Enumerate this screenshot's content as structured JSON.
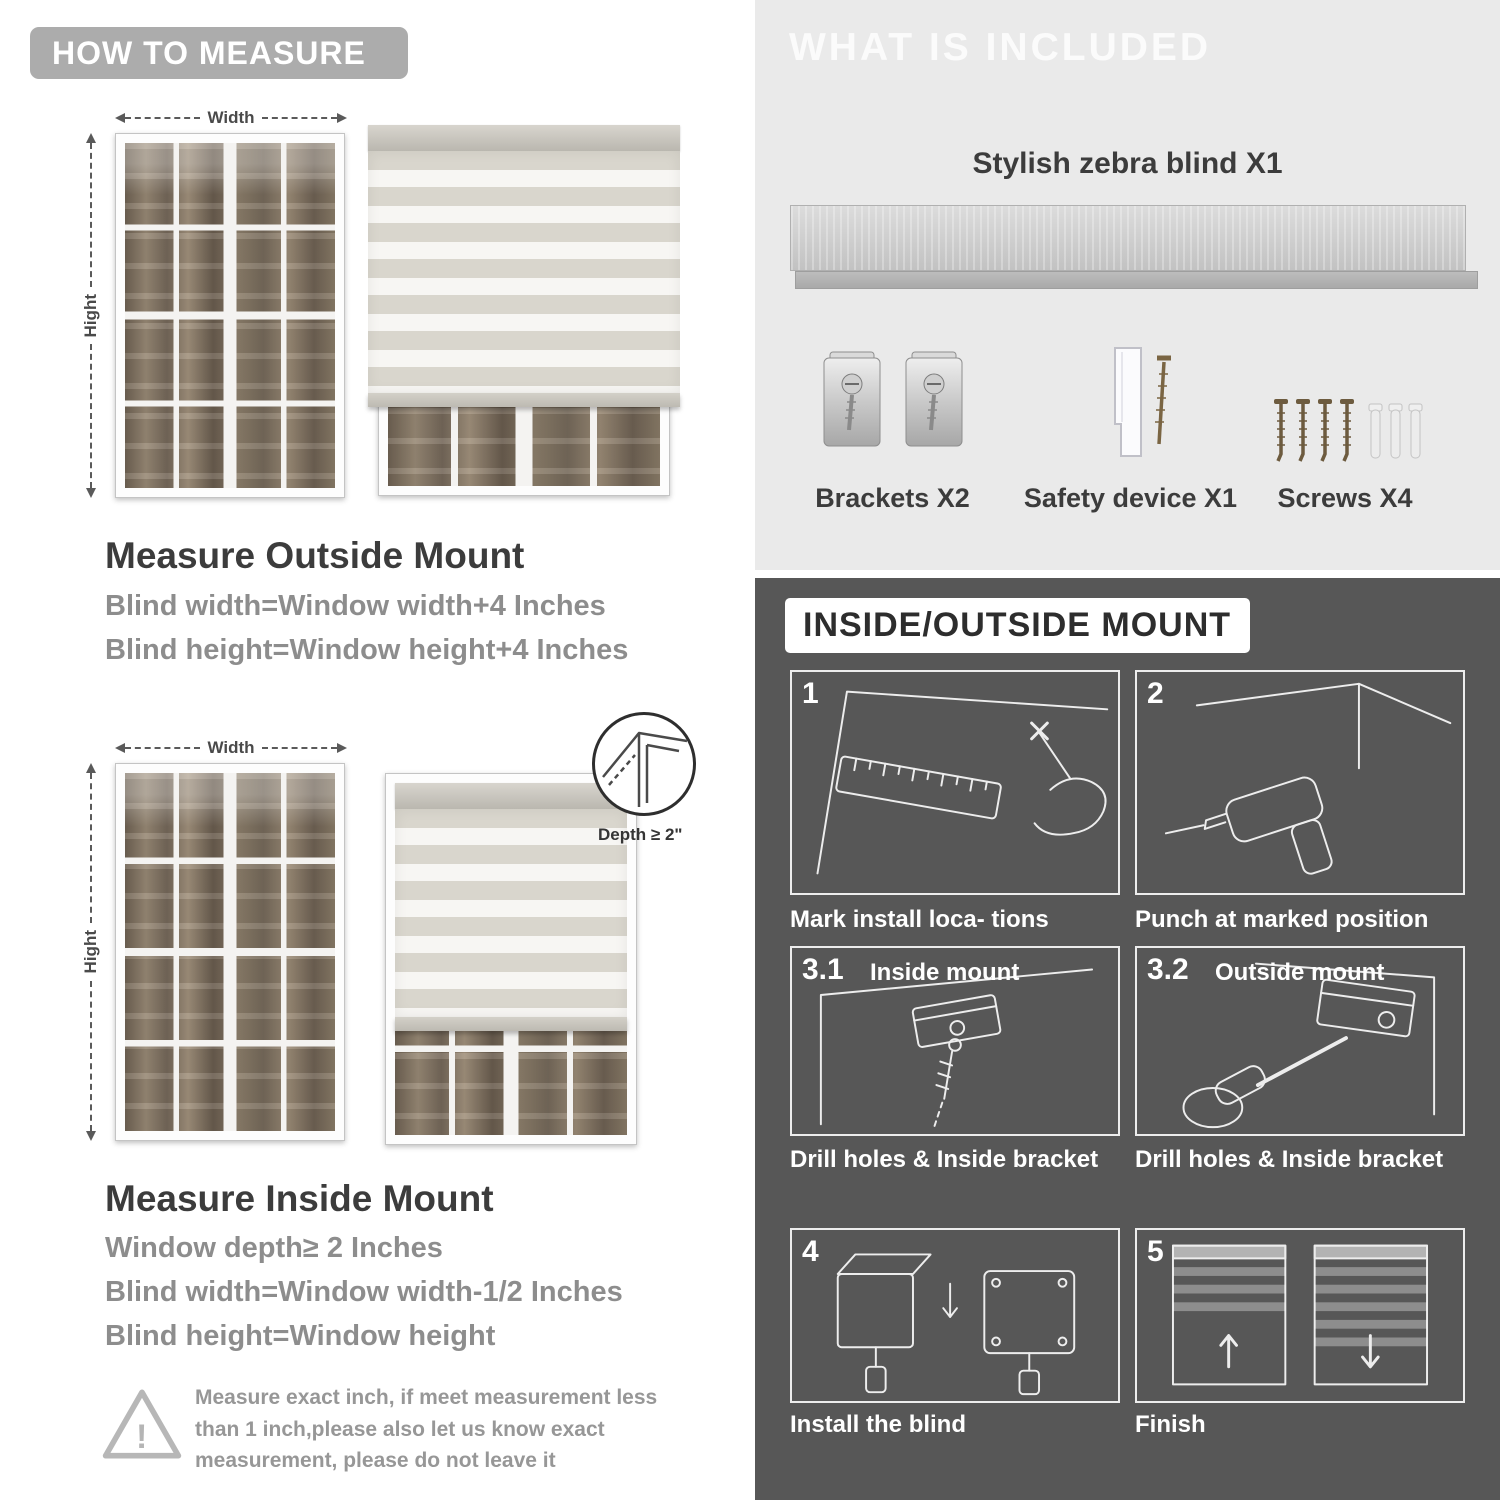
{
  "colors": {
    "banner_gray": "#acacac",
    "included_bg": "#eaeaea",
    "mount_bg": "#575757",
    "heading_dark": "#3c3c3c",
    "body_gray": "#8d8d8d",
    "blind_stripe": "#d9d6cd"
  },
  "measure": {
    "header": "HOW TO MEASURE",
    "outside": {
      "width_label": "Width",
      "height_label": "Hight",
      "title": "Measure Outside Mount",
      "lines": [
        "Blind width=Window width+4 Inches",
        "Blind height=Window height+4 Inches"
      ]
    },
    "inside": {
      "width_label": "Width",
      "height_label": "Hight",
      "depth_callout": "Depth ≥ 2\"",
      "title": "Measure Inside Mount",
      "lines": [
        "Window depth≥ 2 Inches",
        "Blind width=Window width-1/2 Inches",
        "Blind height=Window height"
      ]
    },
    "warning": {
      "mark": "!",
      "text": "Measure exact inch, if meet measurement less than 1 inch,please also let us know exact measurement, please do not leave it"
    }
  },
  "included": {
    "header": "WHAT IS INCLUDED",
    "blind_label": "Stylish zebra blind X1",
    "items": [
      {
        "label": "Brackets X2"
      },
      {
        "label": "Safety device X1"
      },
      {
        "label": "Screws X4"
      }
    ]
  },
  "mount": {
    "header": "INSIDE/OUTSIDE MOUNT",
    "steps": [
      {
        "num": "1",
        "caption": "Mark install loca- tions"
      },
      {
        "num": "2",
        "caption": "Punch at marked position"
      },
      {
        "num": "3.1",
        "label": "Inside mount",
        "caption": "Drill holes & Inside bracket"
      },
      {
        "num": "3.2",
        "label": "Outside mount",
        "caption": "Drill holes & Inside bracket"
      },
      {
        "num": "4",
        "caption": "Install the blind"
      },
      {
        "num": "5",
        "caption": "Finish"
      }
    ]
  }
}
